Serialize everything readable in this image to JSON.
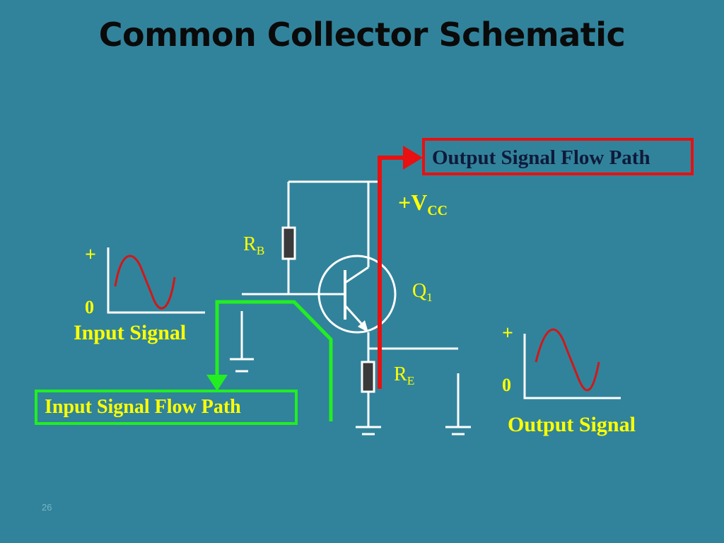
{
  "slide": {
    "title": "Common Collector Schematic",
    "page_number": "26"
  },
  "labels": {
    "output_flow": "Output Signal Flow Path",
    "input_flow": "Input Signal Flow Path",
    "vcc_main": "+V",
    "vcc_sub": "CC",
    "rb_main": "R",
    "rb_sub": "B",
    "re_main": "R",
    "re_sub": "E",
    "q_main": "Q",
    "q_sub": "1",
    "input_plus": "+",
    "input_zero": "0",
    "input_signal": "Input Signal",
    "output_plus": "+",
    "output_zero": "0",
    "output_signal": "Output Signal"
  },
  "colors": {
    "background": "#31839b",
    "wire": "#ffffff",
    "output_path": "#e81010",
    "input_path": "#22ee22",
    "label_yellow": "#ffff00",
    "waveform": "#d01818",
    "resistor": "#3a3a3a"
  }
}
